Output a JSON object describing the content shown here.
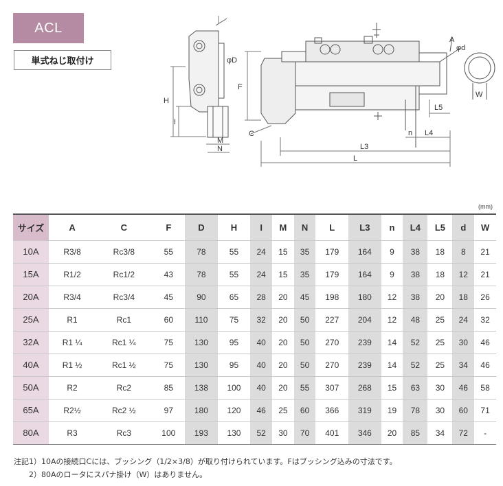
{
  "model": "ACL",
  "mount_type": "単式ねじ取付け",
  "unit": "(mm)",
  "drawing_labels": {
    "A": "A",
    "phi_d": "φd",
    "phi_D": "φD",
    "H": "H",
    "I": "I",
    "M": "M",
    "N": "N",
    "F": "F",
    "C": "C",
    "n": "n",
    "L4": "L4",
    "L5": "L5",
    "L3": "L3",
    "L": "L",
    "W": "W"
  },
  "table": {
    "headers": [
      "サイズ",
      "A",
      "C",
      "F",
      "D",
      "H",
      "I",
      "M",
      "N",
      "L",
      "L3",
      "n",
      "L4",
      "L5",
      "d",
      "W"
    ],
    "rows": [
      [
        "10A",
        "R3/8",
        "Rc3/8",
        "55",
        "78",
        "55",
        "24",
        "15",
        "35",
        "179",
        "164",
        "9",
        "38",
        "18",
        "8",
        "21"
      ],
      [
        "15A",
        "R1/2",
        "Rc1/2",
        "43",
        "78",
        "55",
        "24",
        "15",
        "35",
        "179",
        "164",
        "9",
        "38",
        "18",
        "12",
        "21"
      ],
      [
        "20A",
        "R3/4",
        "Rc3/4",
        "45",
        "90",
        "65",
        "28",
        "20",
        "45",
        "198",
        "180",
        "12",
        "38",
        "20",
        "18",
        "26"
      ],
      [
        "25A",
        "R1",
        "Rc1",
        "60",
        "110",
        "75",
        "32",
        "20",
        "50",
        "227",
        "204",
        "12",
        "48",
        "25",
        "24",
        "32"
      ],
      [
        "32A",
        "R1 ¼",
        "Rc1 ¼",
        "75",
        "130",
        "95",
        "40",
        "20",
        "50",
        "270",
        "239",
        "14",
        "52",
        "25",
        "30",
        "46"
      ],
      [
        "40A",
        "R1 ½",
        "Rc1 ½",
        "75",
        "130",
        "95",
        "40",
        "20",
        "50",
        "270",
        "239",
        "14",
        "52",
        "25",
        "34",
        "46"
      ],
      [
        "50A",
        "R2",
        "Rc2",
        "85",
        "138",
        "100",
        "40",
        "20",
        "55",
        "307",
        "268",
        "15",
        "63",
        "30",
        "46",
        "58"
      ],
      [
        "65A",
        "R2½",
        "Rc2 ½",
        "97",
        "180",
        "120",
        "46",
        "25",
        "60",
        "366",
        "319",
        "19",
        "78",
        "30",
        "60",
        "71"
      ],
      [
        "80A",
        "R3",
        "Rc3",
        "100",
        "193",
        "130",
        "52",
        "30",
        "70",
        "401",
        "346",
        "20",
        "85",
        "34",
        "72",
        "-"
      ]
    ]
  },
  "notes": [
    "注記1）10Aの接続口Cには、ブッシング（1/2×3/8）が取り付けられています。Fはブッシング込みの寸法です。",
    "　　2）80Aのロータにスパナ掛け（W）はありません。"
  ]
}
